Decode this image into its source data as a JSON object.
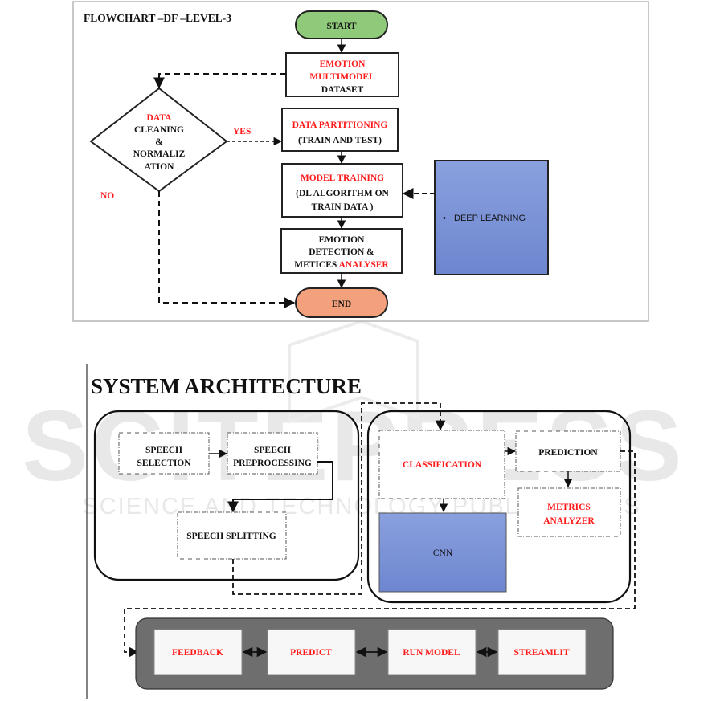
{
  "colors": {
    "red_text": "#ff1a1a",
    "start_fill": "#8fc97a",
    "end_fill": "#f3a07c",
    "blue_box": "#7f96d8",
    "dark_band": "#6e6e6e"
  },
  "watermark": {
    "big": "SCITEPRESS",
    "small": "SCIENCE AND TECHNOLOGY PUBLICATIONS"
  },
  "flowchart": {
    "title": "FLOWCHART –DF –LEVEL-3",
    "start": "START",
    "end": "END",
    "dataset": {
      "l1": "EMOTION",
      "l2": "MULTIMODEL",
      "l3": "DATASET"
    },
    "decision": {
      "l1": "DATA",
      "l2": "CLEANING",
      "l3": "&",
      "l4": "NORMALIZ",
      "l5": "ATION"
    },
    "yes": "YES",
    "no": "NO",
    "partition": {
      "l1": "DATA PARTITIONING",
      "l2": "(TRAIN AND TEST)"
    },
    "training": {
      "l1": "MODEL TRAINING",
      "l2": "(DL ALGORITHM ON",
      "l3": "TRAIN DATA  )"
    },
    "detect": {
      "l1": "EMOTION",
      "l2": "DETECTION &",
      "l3a": "METICES ",
      "l3b": "ANALYSER"
    },
    "deep": {
      "bullet": "•",
      "label": "DEEP LEARNING"
    }
  },
  "architecture": {
    "title": "SYSTEM ARCHITECTURE",
    "selection": {
      "l1": "SPEECH",
      "l2": "SELECTION"
    },
    "preprocessing": {
      "l1": "SPEECH",
      "l2": "PREPROCESSING"
    },
    "splitting": "SPEECH SPLITTING",
    "classification": "CLASSIFICATION",
    "prediction": "PREDICTION",
    "metrics": {
      "l1": "METRICS",
      "l2": "ANALYZER"
    },
    "cnn": "CNN",
    "pipeline": [
      "FEEDBACK",
      "PREDICT",
      "RUN MODEL",
      "STREAMLIT"
    ]
  }
}
